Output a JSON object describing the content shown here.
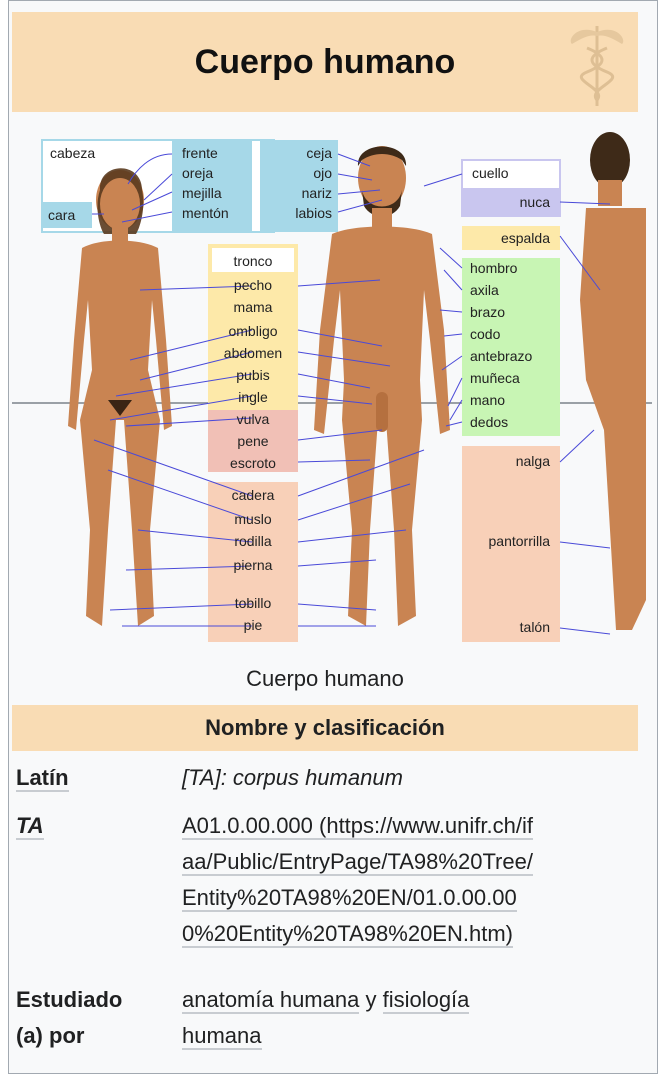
{
  "infobox": {
    "title": "Cuerpo humano",
    "caption": "Cuerpo humano",
    "section_title": "Nombre y clasificación",
    "rows": [
      {
        "label": "Latín",
        "value": "[TA]: corpus humanum"
      },
      {
        "label": "TA",
        "value_lines": [
          "A01.0.00.000 (https://www.unifr.ch/if",
          "aa/Public/EntryPage/TA98%20Tree/",
          "Entity%20TA98%20EN/01.0.00.00",
          "0%20Entity%20TA98%20EN.htm)"
        ]
      },
      {
        "label_lines": [
          "Estudiado",
          "(a) por"
        ],
        "value_parts": [
          "anatomía humana",
          " y ",
          "fisiología",
          "humana"
        ]
      }
    ]
  },
  "diagram": {
    "labels": {
      "cabeza": "cabeza",
      "cara": "cara",
      "frente": "frente",
      "oreja": "oreja",
      "mejilla": "mejilla",
      "menton": "mentón",
      "ceja": "ceja",
      "ojo": "ojo",
      "nariz": "nariz",
      "labios": "labios",
      "tronco": "tronco",
      "pecho": "pecho",
      "mama": "mama",
      "ombligo": "ombligo",
      "abdomen": "abdomen",
      "pubis": "pubis",
      "ingle": "ingle",
      "vulva": "vulva",
      "pene": "pene",
      "escroto": "escroto",
      "cadera": "cadera",
      "muslo": "muslo",
      "rodilla": "rodilla",
      "pierna": "pierna",
      "tobillo": "tobillo",
      "pie": "pie",
      "cuello": "cuello",
      "nuca": "nuca",
      "espalda": "espalda",
      "hombro": "hombro",
      "axila": "axila",
      "brazo": "brazo",
      "codo": "codo",
      "antebrazo": "antebrazo",
      "muneca": "muñeca",
      "mano": "mano",
      "dedos": "dedos",
      "nalga": "nalga",
      "pantorrilla": "pantorrilla",
      "talon": "talón"
    },
    "colors": {
      "skin": "#c98452",
      "skin_dark": "#9e5f33",
      "hair": "#5a3a1e",
      "head_blue": "#a6d8e8",
      "trunk_yellow": "#fde9a9",
      "genital_pink": "#f1c0b6",
      "leg_peach": "#f8d0b8",
      "neck_lilac": "#c9c6ef",
      "arm_green": "#c8f5b4",
      "line_blue": "#4a4ad8"
    }
  }
}
